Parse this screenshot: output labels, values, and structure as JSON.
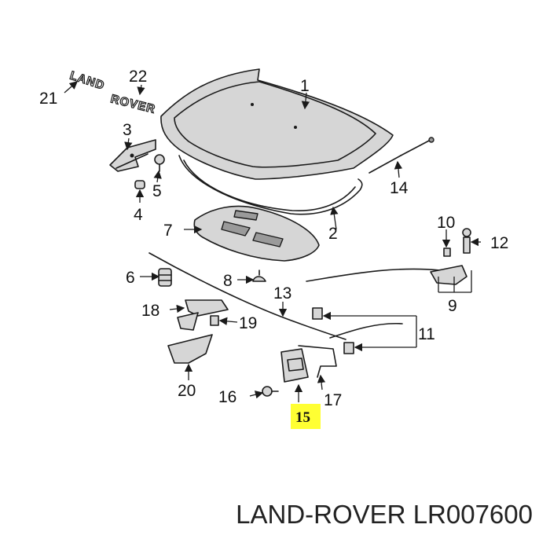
{
  "emblem_text": [
    "LAND",
    "ROVER"
  ],
  "highlight_color": "#ffff33",
  "callouts": [
    {
      "id": "p1",
      "label": "1"
    },
    {
      "id": "p2",
      "label": "2"
    },
    {
      "id": "p3",
      "label": "3"
    },
    {
      "id": "p4",
      "label": "4"
    },
    {
      "id": "p5",
      "label": "5"
    },
    {
      "id": "p6",
      "label": "6"
    },
    {
      "id": "p7",
      "label": "7"
    },
    {
      "id": "p8",
      "label": "8"
    },
    {
      "id": "p9",
      "label": "9"
    },
    {
      "id": "p10",
      "label": "10"
    },
    {
      "id": "p11",
      "label": "11"
    },
    {
      "id": "p12",
      "label": "12"
    },
    {
      "id": "p13",
      "label": "13"
    },
    {
      "id": "p14",
      "label": "14"
    },
    {
      "id": "p15",
      "label": "15",
      "highlighted": true
    },
    {
      "id": "p16",
      "label": "16"
    },
    {
      "id": "p17",
      "label": "17"
    },
    {
      "id": "p18",
      "label": "18"
    },
    {
      "id": "p19",
      "label": "19"
    },
    {
      "id": "p20",
      "label": "20"
    },
    {
      "id": "p21",
      "label": "21"
    },
    {
      "id": "p22",
      "label": "22"
    }
  ],
  "footer": {
    "brand": "LAND-ROVER",
    "part_number": "LR007600"
  }
}
